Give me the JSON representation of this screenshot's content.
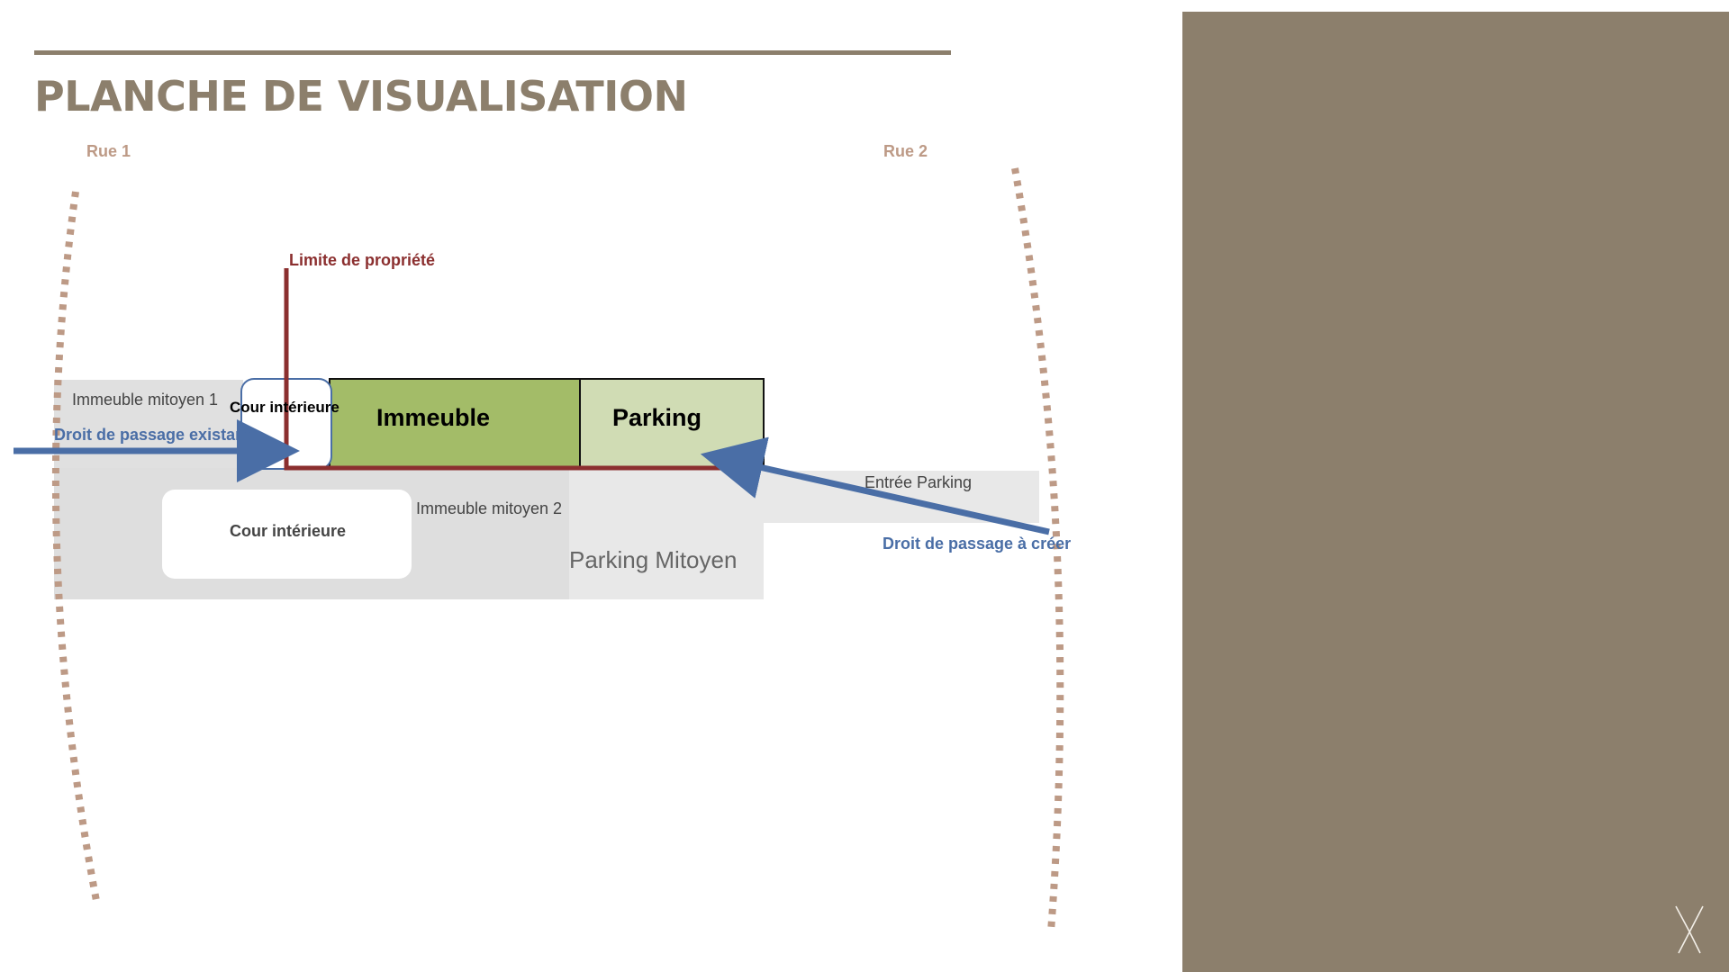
{
  "title": "PLANCHE DE VISUALISATION",
  "colors": {
    "brand": "#8c7f6c",
    "street": "#bd9a86",
    "property_limit": "#8b2f2f",
    "building": "#a3bc68",
    "parking": "#d0dcb4",
    "neighbor": "#e0e0e0",
    "arrow": "#4a6ea6"
  },
  "diagram": {
    "streets": {
      "left": "Rue 1",
      "right": "Rue 2"
    },
    "property_limit": "Limite de propriété",
    "neighbor_1": "Immeuble mitoyen 1",
    "neighbor_2": "Immeuble mitoyen 2",
    "courtyard_small": "Cour intérieure",
    "courtyard_large": "Cour intérieure",
    "building": "Immeuble",
    "parking": "Parking",
    "parking_neighbor": "Parking Mitoyen",
    "parking_entrance": "Entrée Parking",
    "existing_passage": "Droit de passage existant",
    "new_passage": "Droit de passage à créer"
  },
  "icons": {
    "logo": "monogram-logo-icon"
  }
}
